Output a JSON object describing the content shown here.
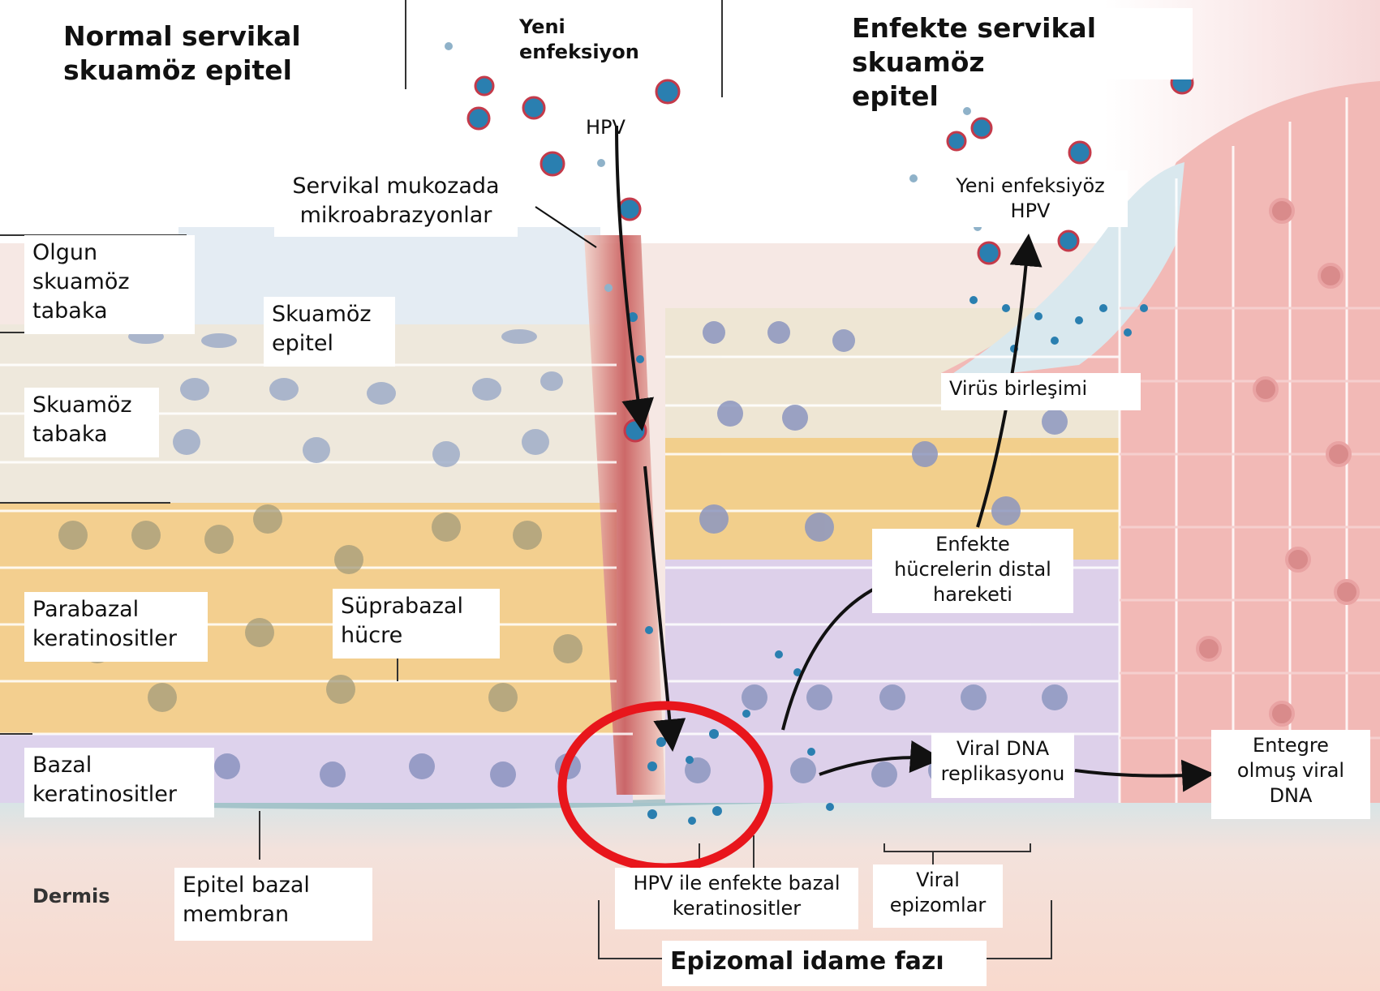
{
  "labels": {
    "normal_title": "Normal servikal\nskuamöz epitel",
    "new_infection": "Yeni\nenfeksiyon",
    "infected_title": "Enfekte servikal skuamöz\nepitel",
    "hpv": "HPV",
    "microabrasions": "Servikal mukozada\nmikroabrazyonlar",
    "new_infectious_hpv": "Yeni enfeksiyöz\nHPV",
    "mature_layer": "Olgun\nskuamöz\ntabaka",
    "squamous_epithelium": "Skuamöz\nepitel",
    "squamous_layer": "Skuamöz\ntabaka",
    "virus_assembly": "Virüs birleşimi",
    "distal_movement": "Enfekte\nhücrelerin distal\nhareketi",
    "parabasal": "Parabazal\nkeratinositler",
    "suprabasal": "Süprabazal\nhücre",
    "basal": "Bazal\nkeratinositler",
    "viral_dna_replication": "Viral DNA\nreplikasyonu",
    "integrated_dna": "Entegre\nolmuş viral\nDNA",
    "dermis": "Dermis",
    "basement_membrane": "Epitel bazal\nmembran",
    "infected_basal": "HPV ile enfekte bazal\nkeratinositler",
    "viral_episomes": "Viral\nepizomlar",
    "maintenance_phase": "Epizomal idame fazı"
  },
  "colors": {
    "highlight_circle": "#e8161c",
    "virus": "#2a7fb0",
    "arrow": "#111111"
  }
}
